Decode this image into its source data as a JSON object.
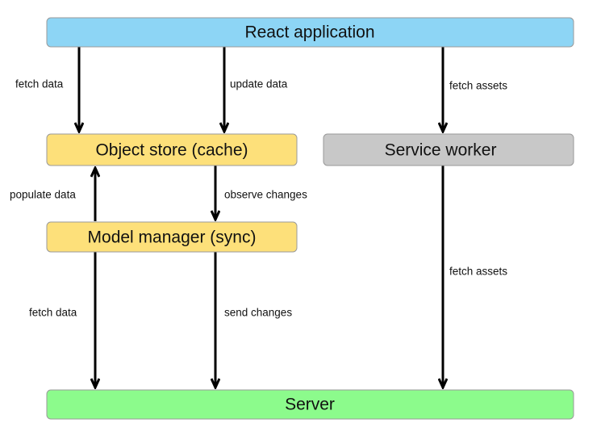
{
  "nodes": {
    "react_app": {
      "label": "React application",
      "fill": "#8dd5f5"
    },
    "object_store": {
      "label": "Object store (cache)",
      "fill": "#fde07a"
    },
    "service_worker": {
      "label": "Service worker",
      "fill": "#c8c8c8"
    },
    "model_manager": {
      "label": "Model manager (sync)",
      "fill": "#fde07a"
    },
    "server": {
      "label": "Server",
      "fill": "#8cfb8c"
    }
  },
  "edges": {
    "fetch_data_top": {
      "label": "fetch data",
      "from": "React application",
      "to": "Object store (cache)"
    },
    "update_data": {
      "label": "update data",
      "from": "React application",
      "to": "Object store (cache)"
    },
    "fetch_assets_top": {
      "label": "fetch assets",
      "from": "React application",
      "to": "Service worker"
    },
    "populate_data": {
      "label": "populate data",
      "from": "Model manager (sync)",
      "to": "Object store (cache)"
    },
    "observe_changes": {
      "label": "observe changes",
      "from": "Object store (cache)",
      "to": "Model manager (sync)"
    },
    "fetch_data_bottom": {
      "label": "fetch data",
      "from": "Model manager (sync)",
      "to": "Server"
    },
    "send_changes": {
      "label": "send changes",
      "from": "Model manager (sync)",
      "to": "Server"
    },
    "fetch_assets_bottom": {
      "label": "fetch assets",
      "from": "Service worker",
      "to": "Server"
    }
  },
  "colors": {
    "border": "#9a9a9a",
    "arrow": "#000000",
    "text": "#111111"
  }
}
